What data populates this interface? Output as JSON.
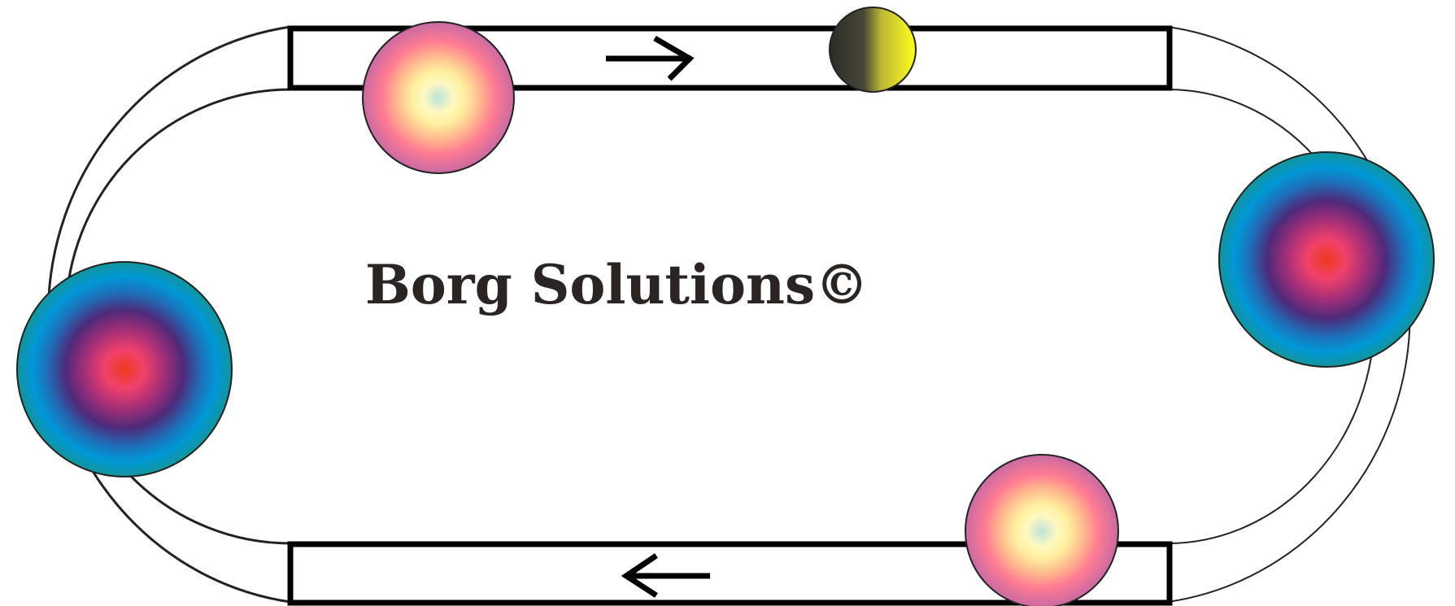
{
  "diagram": {
    "label": "Borg Solutions©",
    "arrows": [
      {
        "name": "top-direction-arrow",
        "direction": "right"
      },
      {
        "name": "bottom-direction-arrow",
        "direction": "left"
      }
    ],
    "colors": {
      "warm_center": "#b9e3da",
      "warm_mid": "#fff3a8",
      "warm_outer": "#c86aa4",
      "cool_center": "#ee3a1a",
      "cool_mid": "#5a2a78",
      "cool_outer": "#12959a",
      "dark_ball_dark": "#2b2a27",
      "dark_ball_light": "#ffff1a",
      "text": "#2a2522"
    }
  }
}
